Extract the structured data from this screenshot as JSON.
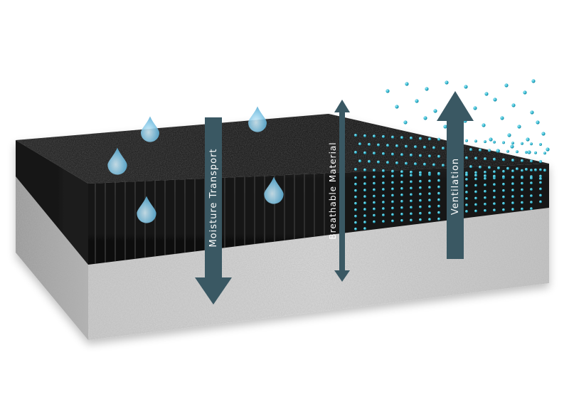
{
  "labels": {
    "moisture": "Moisture Transport",
    "breathable": "Breathable Material",
    "ventilation": "Ventilation"
  },
  "colors": {
    "arrow": "#3a5863",
    "droplet": "#7ec4e4",
    "particle": "#2eb6cf",
    "top_layer": "#1c1c1c",
    "base_layer": "#b8b8b8"
  },
  "icons": {
    "droplet": "water-drop-icon",
    "particle": "air-particle-icon"
  }
}
